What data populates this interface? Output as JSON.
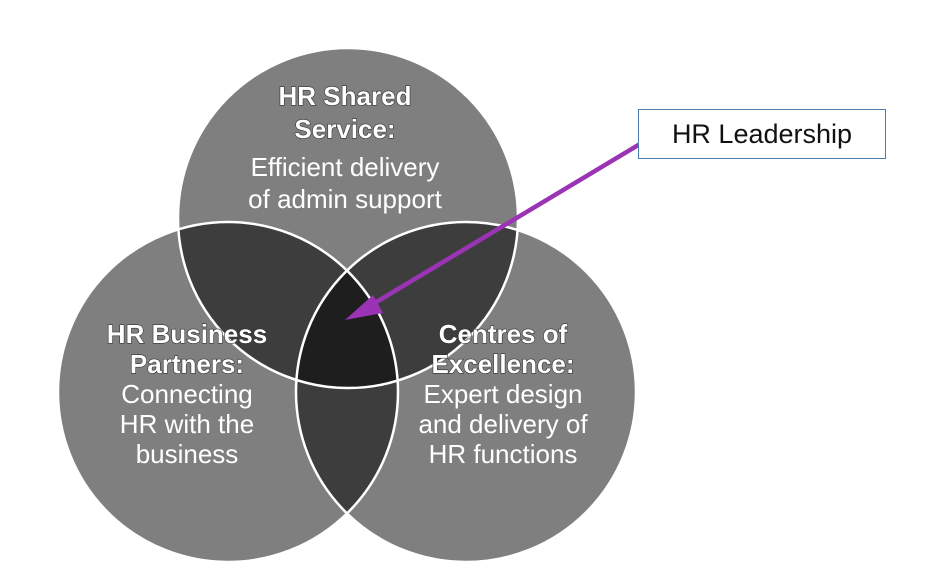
{
  "diagram": {
    "circles": {
      "top": {
        "title_lines": [
          "HR Shared",
          "Service:"
        ],
        "body_lines": [
          "Efficient delivery",
          "of admin support"
        ]
      },
      "left": {
        "title_lines": [
          "HR Business",
          "Partners:"
        ],
        "body_lines": [
          "Connecting",
          "HR with the",
          "business"
        ]
      },
      "right": {
        "title_lines": [
          "Centres of",
          "Excellence:"
        ],
        "body_lines": [
          "Expert design",
          "and delivery of",
          "HR functions"
        ]
      }
    },
    "callout": {
      "label": "HR Leadership"
    },
    "colors": {
      "circle_fill": "#7f7f7f",
      "pair_overlap_fill": "#3d3d3d",
      "center_overlap_fill": "#1e1e1e",
      "outline": "#ffffff",
      "arrow": "#9b34b4",
      "callout_border": "#4a7cb0"
    }
  }
}
